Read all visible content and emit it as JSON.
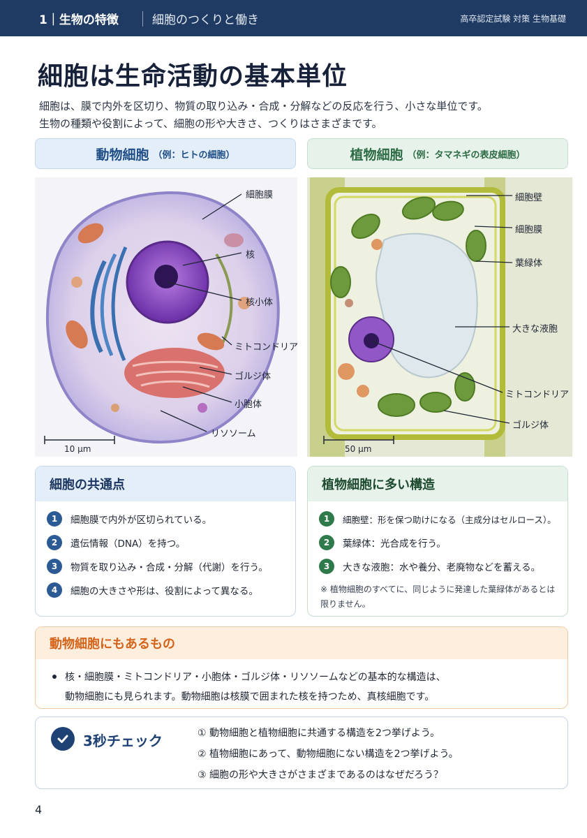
{
  "header": {
    "chapter": "1｜生物の特徴",
    "subject": "細胞のつくりと働き",
    "series": "高卒認定試験 対策 生物基礎"
  },
  "title": "細胞は生命活動の基本単位",
  "lead": [
    "細胞は、膜で内外を区切り、物質の取り込み・合成・分解などの反応を行う、小さな単位です。",
    "生物の種類や役割によって、細胞の形や大きさ、つくりはさまざまです。"
  ],
  "animal_cell": {
    "title": "動物細胞",
    "example": "（例：ヒトの細胞）",
    "labels": [
      "細胞膜",
      "核",
      "核小体",
      "ミトコンドリア",
      "ゴルジ体",
      "小胞体",
      "リソソーム"
    ],
    "scale": "10 μm"
  },
  "plant_cell": {
    "title": "植物細胞",
    "example": "（例：タマネギの表皮細胞）",
    "labels": [
      "細胞壁",
      "細胞膜",
      "葉緑体",
      "大きな液胞",
      "ミトコンドリア",
      "ゴルジ体"
    ],
    "scale": "50 μm"
  },
  "common": {
    "title": "細胞の共通点",
    "items": [
      "細胞膜で内外が区切られている。",
      "遺伝情報（DNA）を持つ。",
      "物質を取り込み・合成・分解（代謝）を行う。",
      "細胞の大きさや形は、役割によって異なる。"
    ]
  },
  "plant_structures": {
    "title": "植物細胞に多い構造",
    "items": [
      "細胞壁：形を保つ助けになる（主成分はセルロース）。",
      "葉緑体：光合成を行う。",
      "大きな液胞：水や養分、老廃物などを蓄える。"
    ],
    "note": "※ 植物細胞のすべてに、同じように発達した葉緑体があるとは限りません。"
  },
  "animal_also": {
    "title": "動物細胞にもあるもの",
    "lines": [
      "核・細胞膜・ミトコンドリア・小胞体・ゴルジ体・リソソームなどの基本的な構造は、",
      "動物細胞にも見られます。動物細胞は核膜で囲まれた核を持つため、真核細胞です。"
    ]
  },
  "check": {
    "title": "3秒チェック",
    "questions": [
      "① 動物細胞と植物細胞に共通する構造を2つ挙げよう。",
      "② 植物細胞にあって、動物細胞にない構造を2つ挙げよう。",
      "③ 細胞の形や大きさがさまざまであるのはなぜだろう？"
    ]
  },
  "page_number": "4",
  "colors": {
    "header": "#1f3b63",
    "animal_accent": "#1f4d86",
    "plant_accent": "#2d6b44",
    "orange": "#d4631a"
  }
}
